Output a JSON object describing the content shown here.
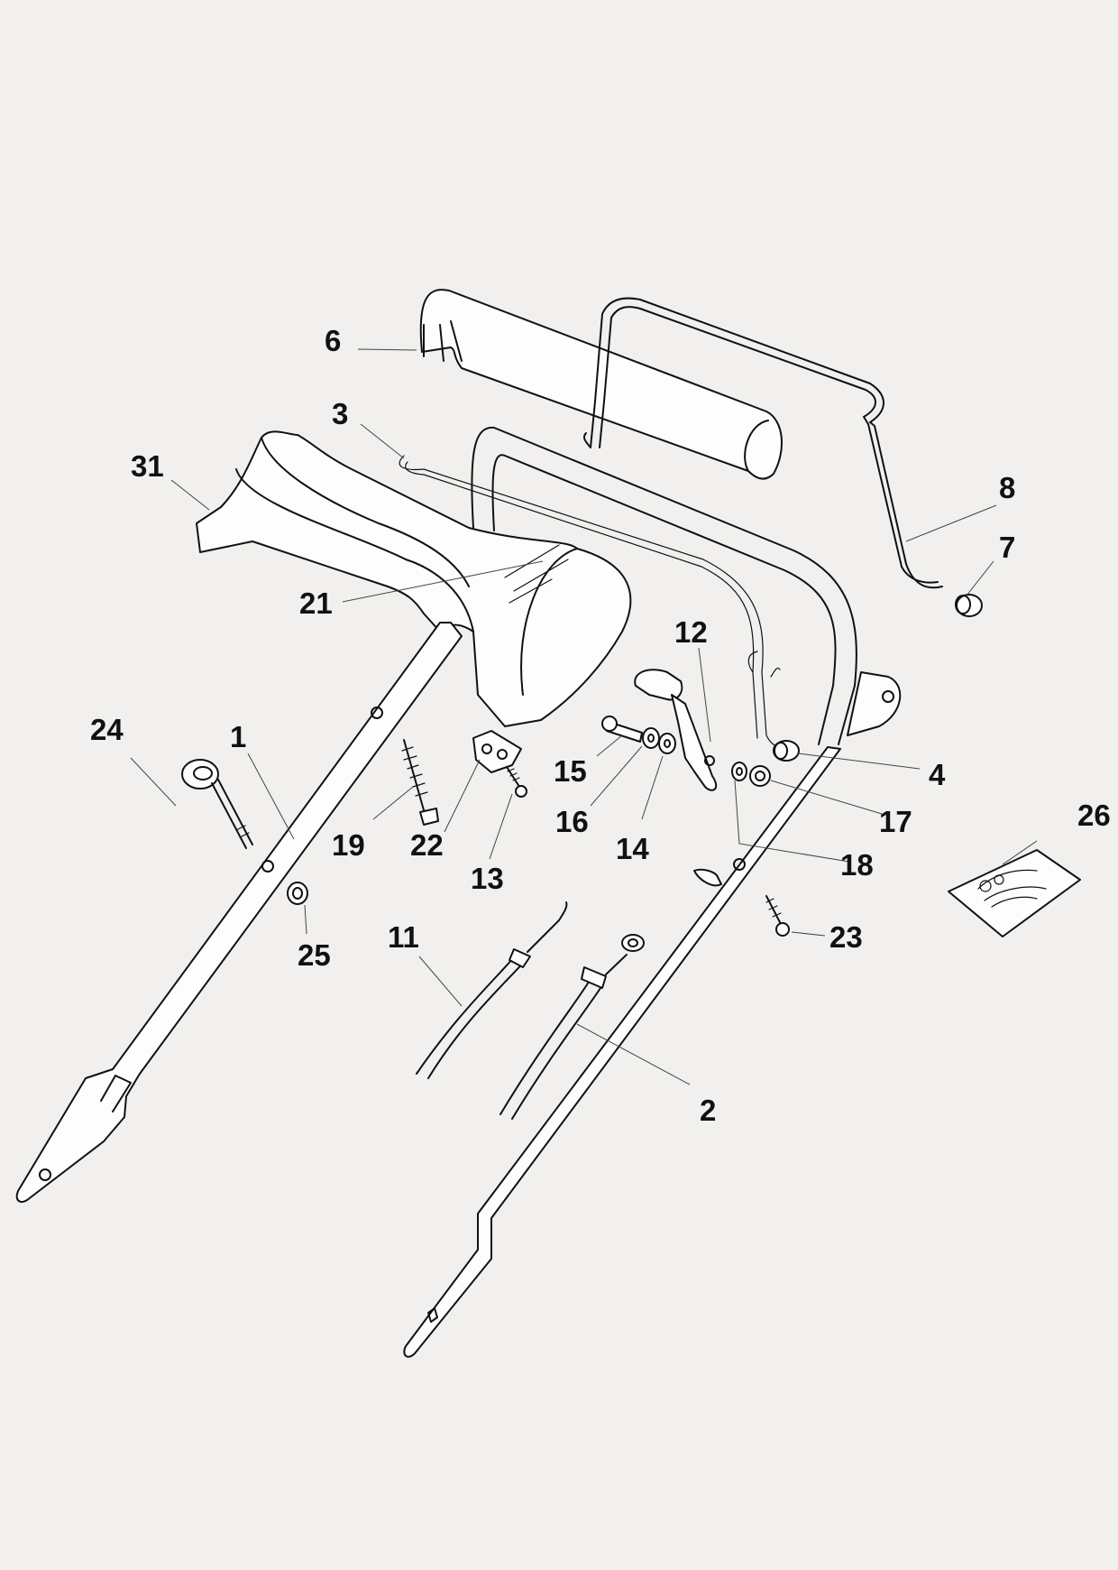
{
  "diagram": {
    "callouts": [
      {
        "id": "c6",
        "label": "6"
      },
      {
        "id": "c3",
        "label": "3"
      },
      {
        "id": "c31",
        "label": "31"
      },
      {
        "id": "c8",
        "label": "8"
      },
      {
        "id": "c7",
        "label": "7"
      },
      {
        "id": "c21",
        "label": "21"
      },
      {
        "id": "c12",
        "label": "12"
      },
      {
        "id": "c24",
        "label": "24"
      },
      {
        "id": "c1",
        "label": "1"
      },
      {
        "id": "c15",
        "label": "15"
      },
      {
        "id": "c4",
        "label": "4"
      },
      {
        "id": "c16",
        "label": "16"
      },
      {
        "id": "c17",
        "label": "17"
      },
      {
        "id": "c19",
        "label": "19"
      },
      {
        "id": "c22",
        "label": "22"
      },
      {
        "id": "c14",
        "label": "14"
      },
      {
        "id": "c26",
        "label": "26"
      },
      {
        "id": "c18",
        "label": "18"
      },
      {
        "id": "c13",
        "label": "13"
      },
      {
        "id": "c23",
        "label": "23"
      },
      {
        "id": "c11",
        "label": "11"
      },
      {
        "id": "c25",
        "label": "25"
      },
      {
        "id": "c2",
        "label": "2"
      }
    ]
  }
}
